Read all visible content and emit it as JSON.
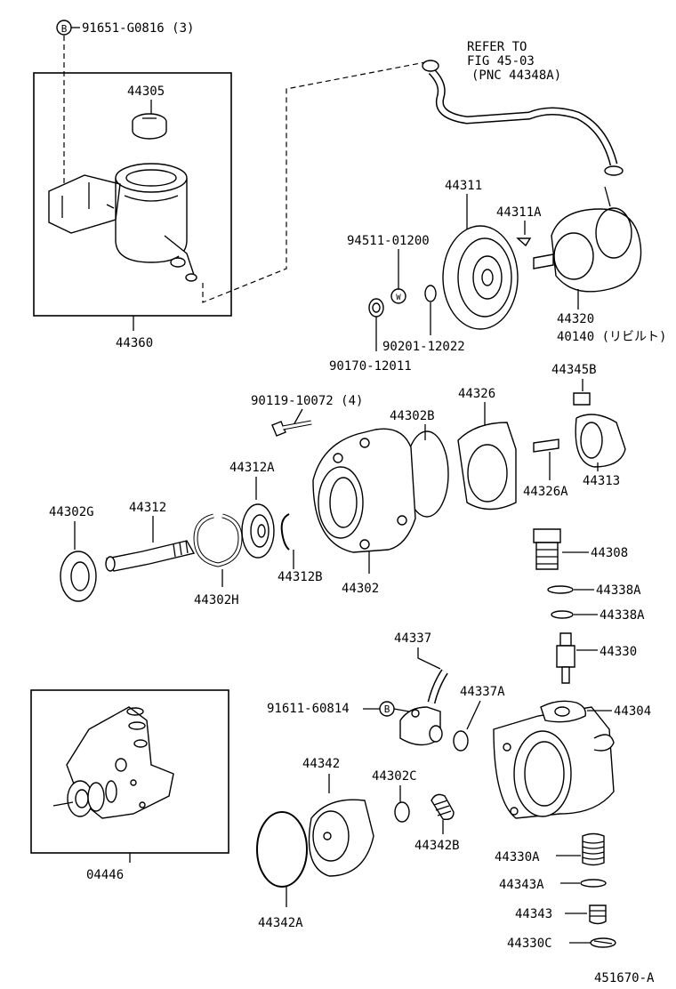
{
  "labels": {
    "p_91651": "91651-G0816 (3)",
    "p_44305": "44305",
    "p_44360": "44360",
    "refer_1": "REFER TO",
    "refer_2": "FIG 45-03",
    "refer_3": "(PNC 44348A)",
    "p_44311": "44311",
    "p_44311A": "44311A",
    "p_94511": "94511-01200",
    "p_44320": "44320",
    "p_40140": "40140 (リビルト)",
    "p_90201": "90201-12022",
    "p_90170": "90170-12011",
    "p_44345B": "44345B",
    "p_90119": "90119-10072 (4)",
    "p_44326": "44326",
    "p_44302B": "44302B",
    "p_44312A": "44312A",
    "p_44326A": "44326A",
    "p_44313": "44313",
    "p_44302G": "44302G",
    "p_44312": "44312",
    "p_44308": "44308",
    "p_44312B": "44312B",
    "p_44338A_1": "44338A",
    "p_44302H": "44302H",
    "p_44302": "44302",
    "p_44338A_2": "44338A",
    "p_44337": "44337",
    "p_44330": "44330",
    "p_44337A": "44337A",
    "p_91611": "91611-60814",
    "p_44304": "44304",
    "p_44342": "44342",
    "p_44302C": "44302C",
    "p_44342B": "44342B",
    "p_44330A": "44330A",
    "p_04446": "04446",
    "p_44343A": "44343A",
    "p_44342A": "44342A",
    "p_44343": "44343",
    "p_44330C": "44330C",
    "figure_id": "451670-A"
  },
  "markers": {
    "b_marker": "B"
  }
}
